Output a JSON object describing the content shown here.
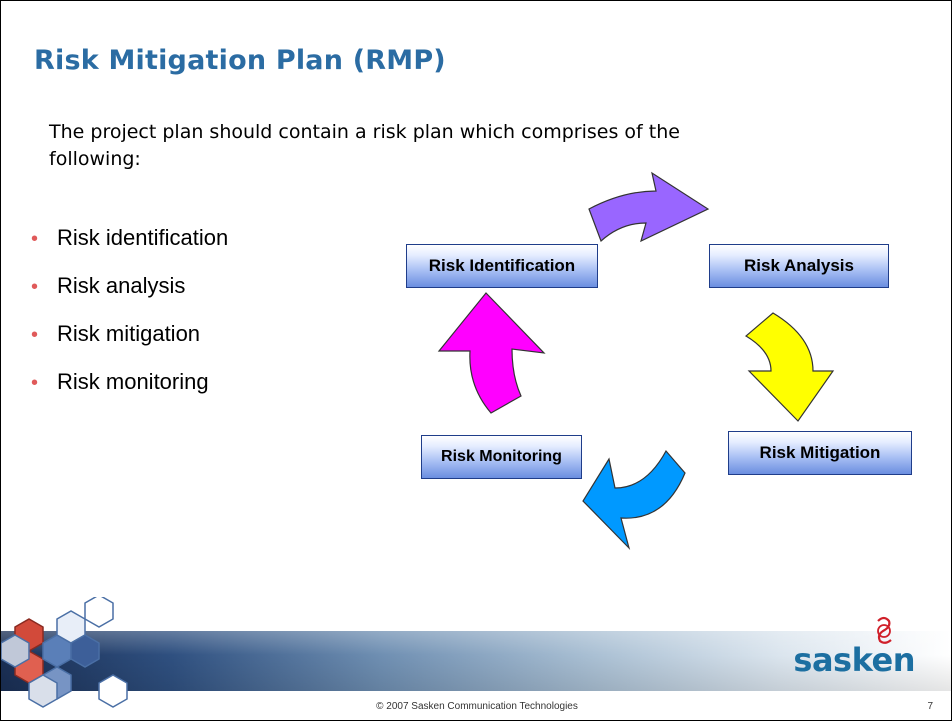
{
  "slide": {
    "title": "Risk Mitigation Plan (RMP)",
    "intro": "The project plan should contain a risk plan which comprises of the following:",
    "bullets": [
      {
        "label": "Risk identification"
      },
      {
        "label": "Risk analysis"
      },
      {
        "label": "Risk mitigation"
      },
      {
        "label": "Risk monitoring"
      }
    ],
    "cycle": {
      "identification": "Risk Identification",
      "analysis": "Risk Analysis",
      "mitigation": "Risk Mitigation",
      "monitoring": "Risk Monitoring"
    },
    "arrow_colors": {
      "top": "#9966ff",
      "right": "#ffff00",
      "bottom": "#0099ff",
      "left": "#ff00ff"
    }
  },
  "footer": {
    "logo": "sasken",
    "copyright": "© 2007 Sasken Communication Technologies",
    "page_number": "7"
  }
}
